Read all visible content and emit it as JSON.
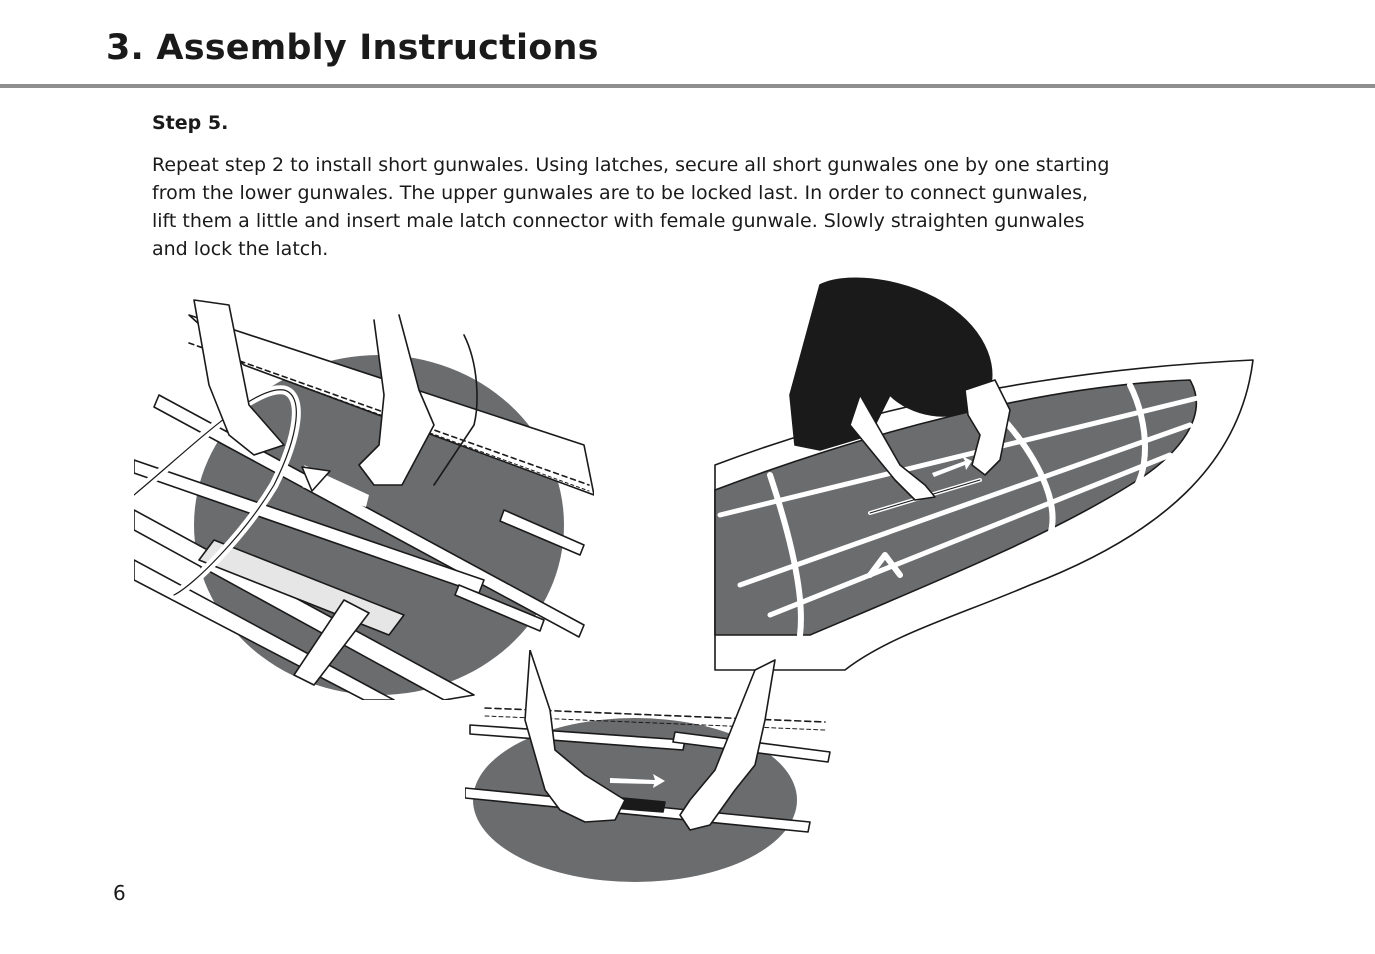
{
  "header": {
    "title": "3. Assembly Instructions"
  },
  "step": {
    "heading": "Step 5.",
    "lines": [
      "Repeat step 2 to install short gunwales.  Using latches, secure all short gunwales one by one starting",
      "from the lower gunwales.  The upper gunwales are to be locked last.  In order to connect gunwales,",
      "lift them a little and insert male latch connector with female gunwale.  Slowly straighten gunwales",
      "and lock the latch."
    ]
  },
  "footer": {
    "page_number": "6"
  },
  "colors": {
    "accent_rule": "#8f8f8f",
    "illustration_fill": "#6b6c6e",
    "ink": "#1a1a1a"
  }
}
